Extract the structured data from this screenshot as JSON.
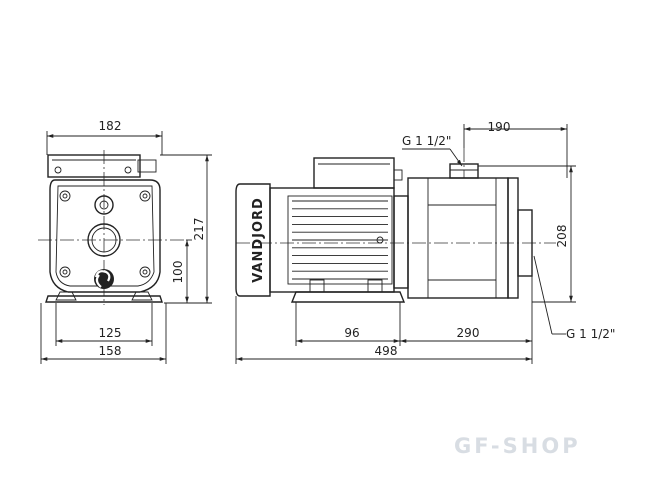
{
  "front_view": {
    "width_top": "182",
    "height": "217",
    "axis_height": "100",
    "foot_inner": "125",
    "foot_outer": "158"
  },
  "side_view": {
    "inlet_label": "G 1 1/2\"",
    "inlet_offset": "190",
    "height": "208",
    "outlet_label": "G 1 1/2\"",
    "foot_left": "96",
    "foot_right": "290",
    "total_length": "498",
    "brand": "VANDJORD"
  },
  "watermark": "GF-SHOP",
  "colors": {
    "line": "#222222",
    "watermark": "#d8dde3"
  }
}
